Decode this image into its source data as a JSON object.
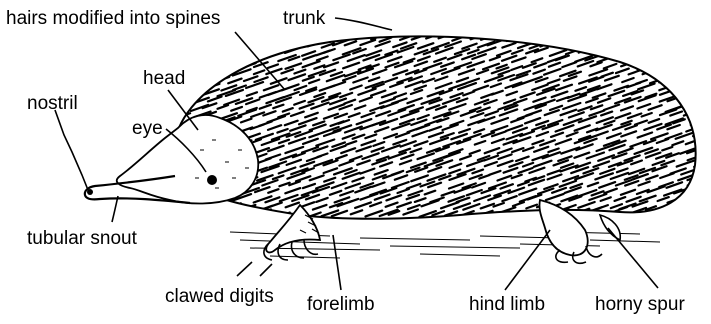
{
  "labels": {
    "spines": "hairs modified into spines",
    "trunk": "trunk",
    "head": "head",
    "nostril": "nostril",
    "eye": "eye",
    "snout": "tubular snout",
    "digits": "clawed digits",
    "forelimb": "forelimb",
    "hindlimb": "hind limb",
    "spur": "horny spur"
  },
  "colors": {
    "ink": "#000000",
    "background": "#ffffff"
  }
}
